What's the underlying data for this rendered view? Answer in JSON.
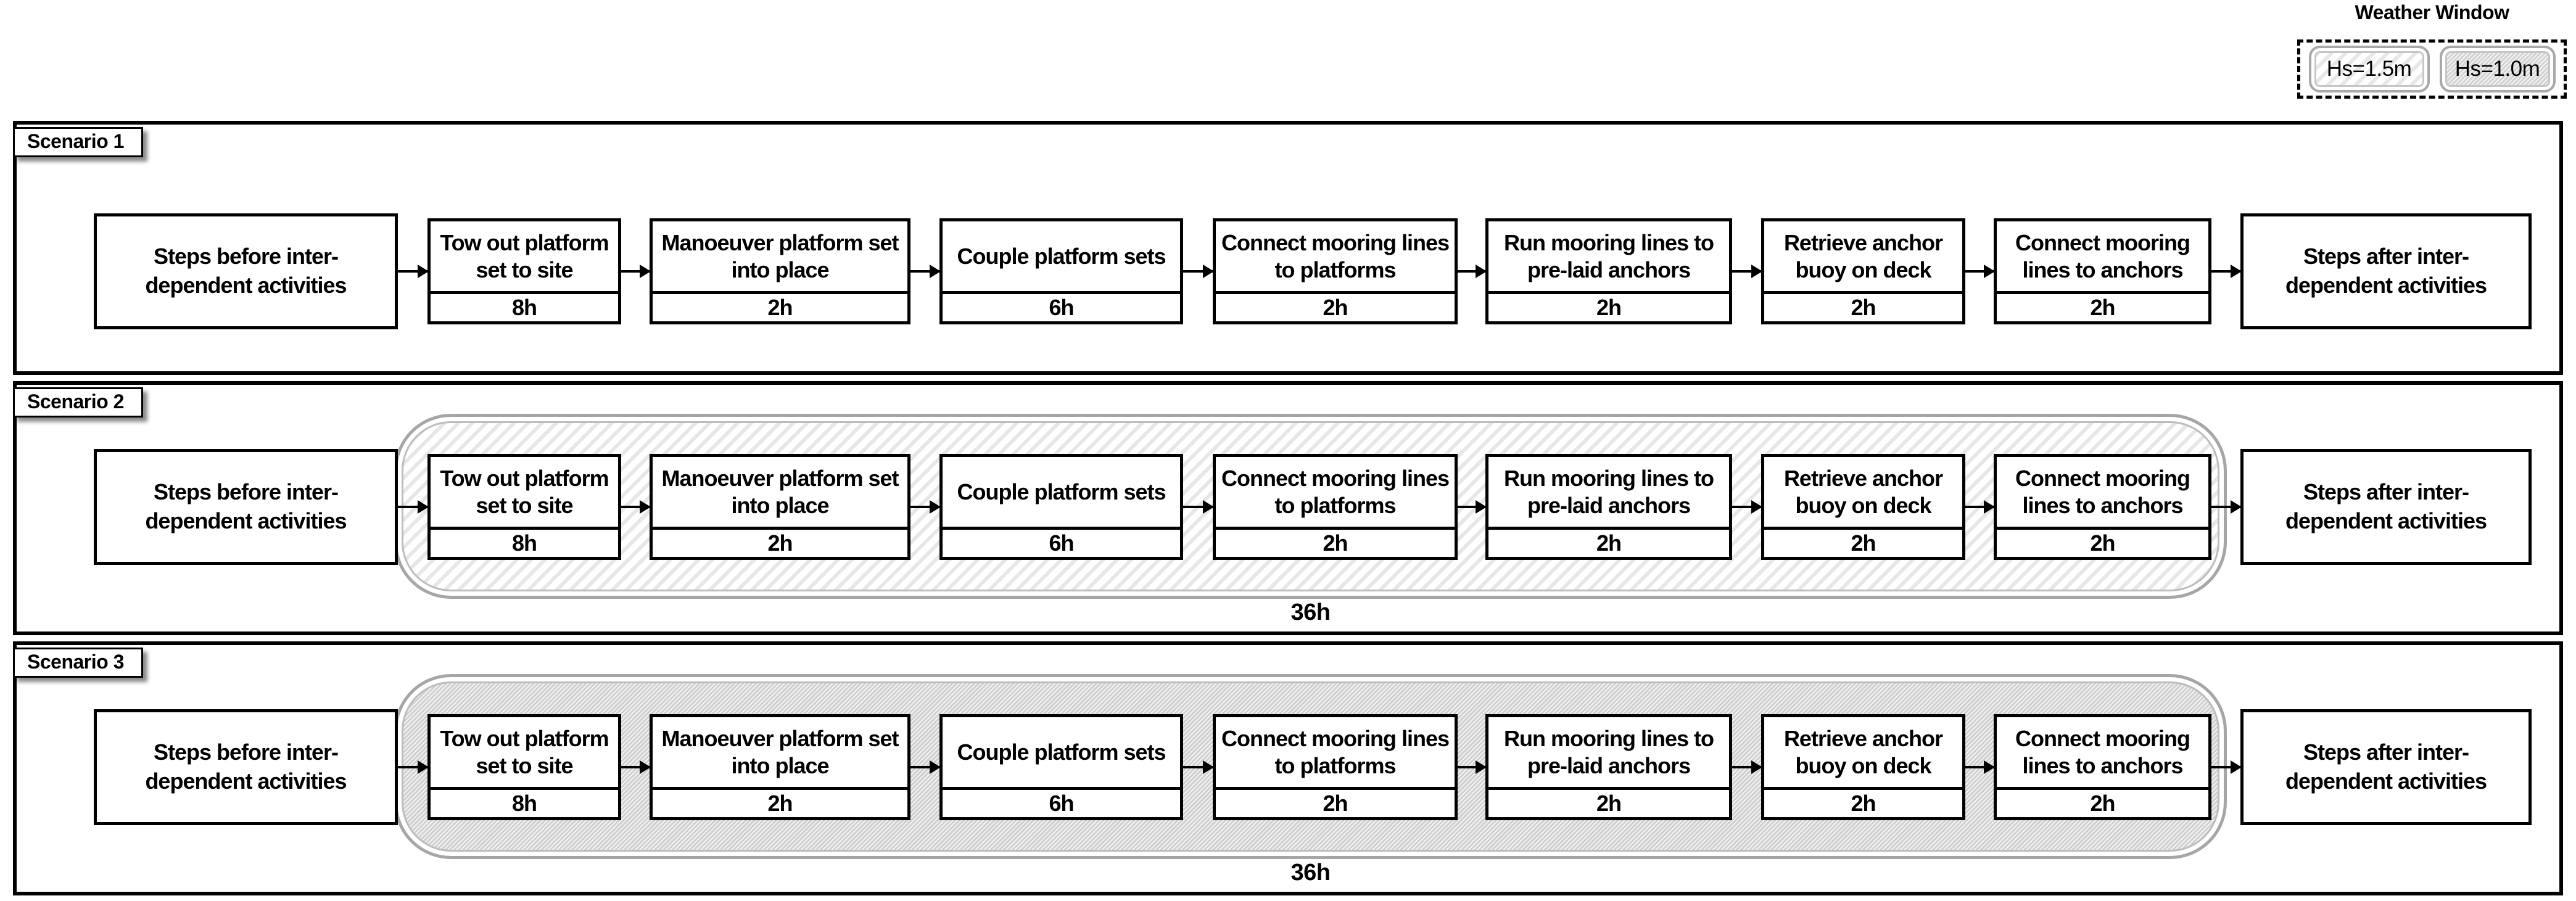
{
  "legend": {
    "title": "Weather Window",
    "windows": [
      {
        "label": "Hs=1.5m",
        "hatch": "light"
      },
      {
        "label": "Hs=1.0m",
        "hatch": "dense"
      }
    ]
  },
  "steps": {
    "before": {
      "title": "Steps before inter-dependent activities"
    },
    "activities": [
      {
        "title": "Tow out platform set to site",
        "duration": "8h"
      },
      {
        "title": "Manoeuver platform set into place",
        "duration": "2h"
      },
      {
        "title": "Couple platform sets",
        "duration": "6h"
      },
      {
        "title": "Connect mooring lines to platforms",
        "duration": "2h"
      },
      {
        "title": "Run mooring lines to pre-laid anchors",
        "duration": "2h"
      },
      {
        "title": "Retrieve anchor buoy on deck",
        "duration": "2h"
      },
      {
        "title": "Connect mooring lines to anchors",
        "duration": "2h"
      }
    ],
    "after": {
      "title": "Steps after inter-dependent activities"
    }
  },
  "scenarios": [
    {
      "label": "Scenario 1",
      "weather_window": null,
      "window_duration": null
    },
    {
      "label": "Scenario 2",
      "weather_window": "Hs=1.5m",
      "window_duration": "36h"
    },
    {
      "label": "Scenario 3",
      "weather_window": "Hs=1.0m",
      "window_duration": "36h"
    }
  ],
  "colors": {
    "box_border": "#000000",
    "window_border_gray": "#a6a6a6",
    "hatch_light": "#e7e7e7",
    "hatch_dense": "#cfcfcf",
    "background": "#ffffff"
  }
}
